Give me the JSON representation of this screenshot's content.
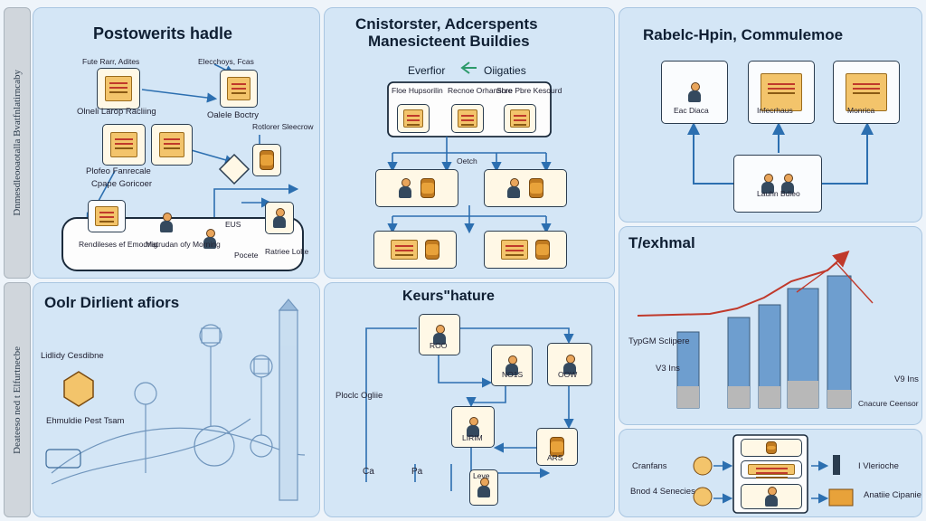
{
  "panels": {
    "p1": {
      "title": "Postowerits hadle",
      "labels": [
        "Fute Rarr, Adites",
        "Elecchoys, Fcas",
        "Olneli Larop Racliing",
        "Oalele Boctry",
        "Rotlorer Sleecrow",
        "Plofeo Fanrecale",
        "Cpape Goricoer",
        "Rendileses ef Emodnig",
        "Matrudan ofy Morning",
        "Pocete",
        "Ratriee Lolte",
        "EUS"
      ]
    },
    "p2": {
      "title_line1": "Cnistorster, Adcerspents",
      "title_line2": "Manesicteent Buildies",
      "subtitle": "Everfior",
      "subtitle2": "Oiigaties",
      "labels": [
        "Floe Hupsorilin",
        "Recnoe Orhanscre",
        "Shre Pbre Kesourd",
        "Oetch"
      ]
    },
    "p3": {
      "title": "Rabelc-Hpin, Commulemoe",
      "labels": [
        "Eac Diaca",
        "Infecrhaus",
        "Monrica",
        "Lauhn Bdieo"
      ]
    },
    "p4": {
      "title": "Oolr Dirlient afiors",
      "labels": [
        "Lidlidy Cesdibne",
        "Ehmuldie Pest Tsam"
      ]
    },
    "p5": {
      "title": "Keurs\"hature",
      "labels": [
        "Ploclc Ogliie",
        "ROO",
        "NO1S",
        "OOW",
        "LIRIM",
        "ARS",
        "Ca",
        "Pa",
        "Leve"
      ]
    },
    "p6": {
      "title": "T/exhmal",
      "labels": [
        "TypGM Sclipere",
        "V3 Ins",
        "V9 Ins",
        "Cnacure Ceensor"
      ]
    },
    "p7": {
      "labels": [
        "Cranfans",
        "Bnod 4 Senecies",
        "I Vlerioche",
        "Anatiie Cipaniens"
      ]
    }
  },
  "side_strips": [
    "Dnmesdleooaotalla Bvatfnlatirncaby",
    "Deateeso ned t Elfurtnecbe"
  ],
  "colors": {
    "panel_bg": "#d4e6f6",
    "arrow": "#2c6fb0",
    "box_border": "#2b3d50",
    "trend_red": "#c0392b",
    "bar_blue": "#6e9ecf"
  }
}
